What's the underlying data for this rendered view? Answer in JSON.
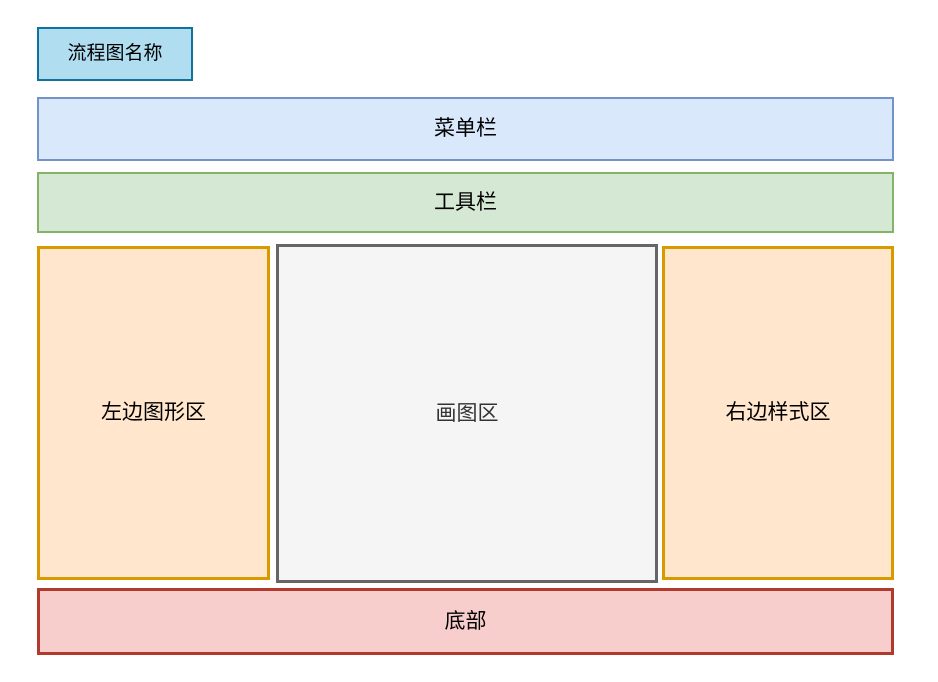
{
  "diagram": {
    "title_chip": {
      "label": "流程图名称",
      "fill": "#b1ddf0",
      "stroke": "#10739e"
    },
    "regions": [
      {
        "key": "menu_bar",
        "label": "菜单栏",
        "fill": "#dae8fc",
        "stroke": "#7392c8"
      },
      {
        "key": "tool_bar",
        "label": "工具栏",
        "fill": "#d5e8d4",
        "stroke": "#82b366"
      },
      {
        "key": "left_panel",
        "label": "左边图形区",
        "fill": "#ffe6cc",
        "stroke": "#d79b00"
      },
      {
        "key": "canvas_area",
        "label": "画图区",
        "fill": "#f5f5f5",
        "stroke": "#666666"
      },
      {
        "key": "right_panel",
        "label": "右边样式区",
        "fill": "#ffe6cc",
        "stroke": "#d79b00"
      },
      {
        "key": "bottom_bar",
        "label": "底部",
        "fill": "#f8cecc",
        "stroke": "#b03a2e"
      }
    ]
  }
}
